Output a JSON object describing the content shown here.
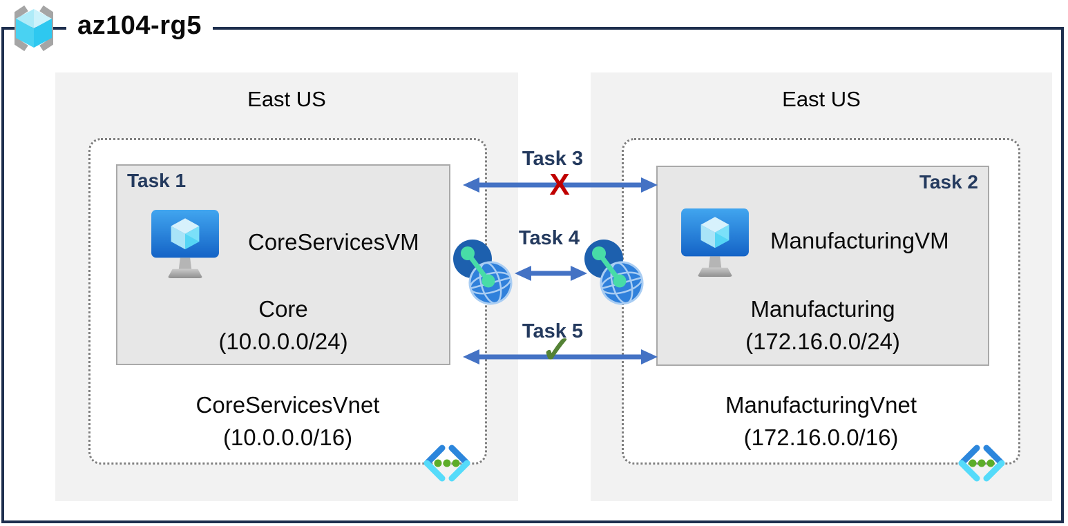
{
  "header": {
    "title": "az104-rg5",
    "icon": "resource-group-icon"
  },
  "colors": {
    "outer_border": "#1e2f4e",
    "region_bg": "#f2f2f2",
    "subnet_bg": "#e7e7e7",
    "arrow_blue": "#4472c4",
    "task_label": "#243a5e",
    "x_red": "#c00000",
    "check_green": "#548235",
    "vnet_dotted_border": "#7f7f7f"
  },
  "regions": [
    {
      "label": "East US"
    },
    {
      "label": "East US"
    }
  ],
  "vnets": [
    {
      "task_label": "Task 1",
      "vm_icon": "vm-icon",
      "vm_name": "CoreServicesVM",
      "subnet_name": "Core",
      "subnet_cidr": "(10.0.0.0/24)",
      "vnet_name": "CoreServicesVnet",
      "vnet_cidr": "(10.0.0.0/16)",
      "vnet_icon": "virtual-network-icon",
      "peering_icon": "network-peering-icon"
    },
    {
      "task_label": "Task 2",
      "vm_icon": "vm-icon",
      "vm_name": "ManufacturingVM",
      "subnet_name": "Manufacturing",
      "subnet_cidr": "(172.16.0.0/24)",
      "vnet_name": "ManufacturingVnet",
      "vnet_cidr": "(172.16.0.0/16)",
      "vnet_icon": "virtual-network-icon",
      "peering_icon": "network-peering-icon"
    }
  ],
  "connections": [
    {
      "label": "Task 3",
      "marker": "X",
      "marker_color": "#c00000",
      "style": "double-arrow"
    },
    {
      "label": "Task 4",
      "marker": "",
      "marker_color": "",
      "style": "double-arrow"
    },
    {
      "label": "Task 5",
      "marker": "✓",
      "marker_color": "#548235",
      "style": "double-arrow"
    }
  ]
}
